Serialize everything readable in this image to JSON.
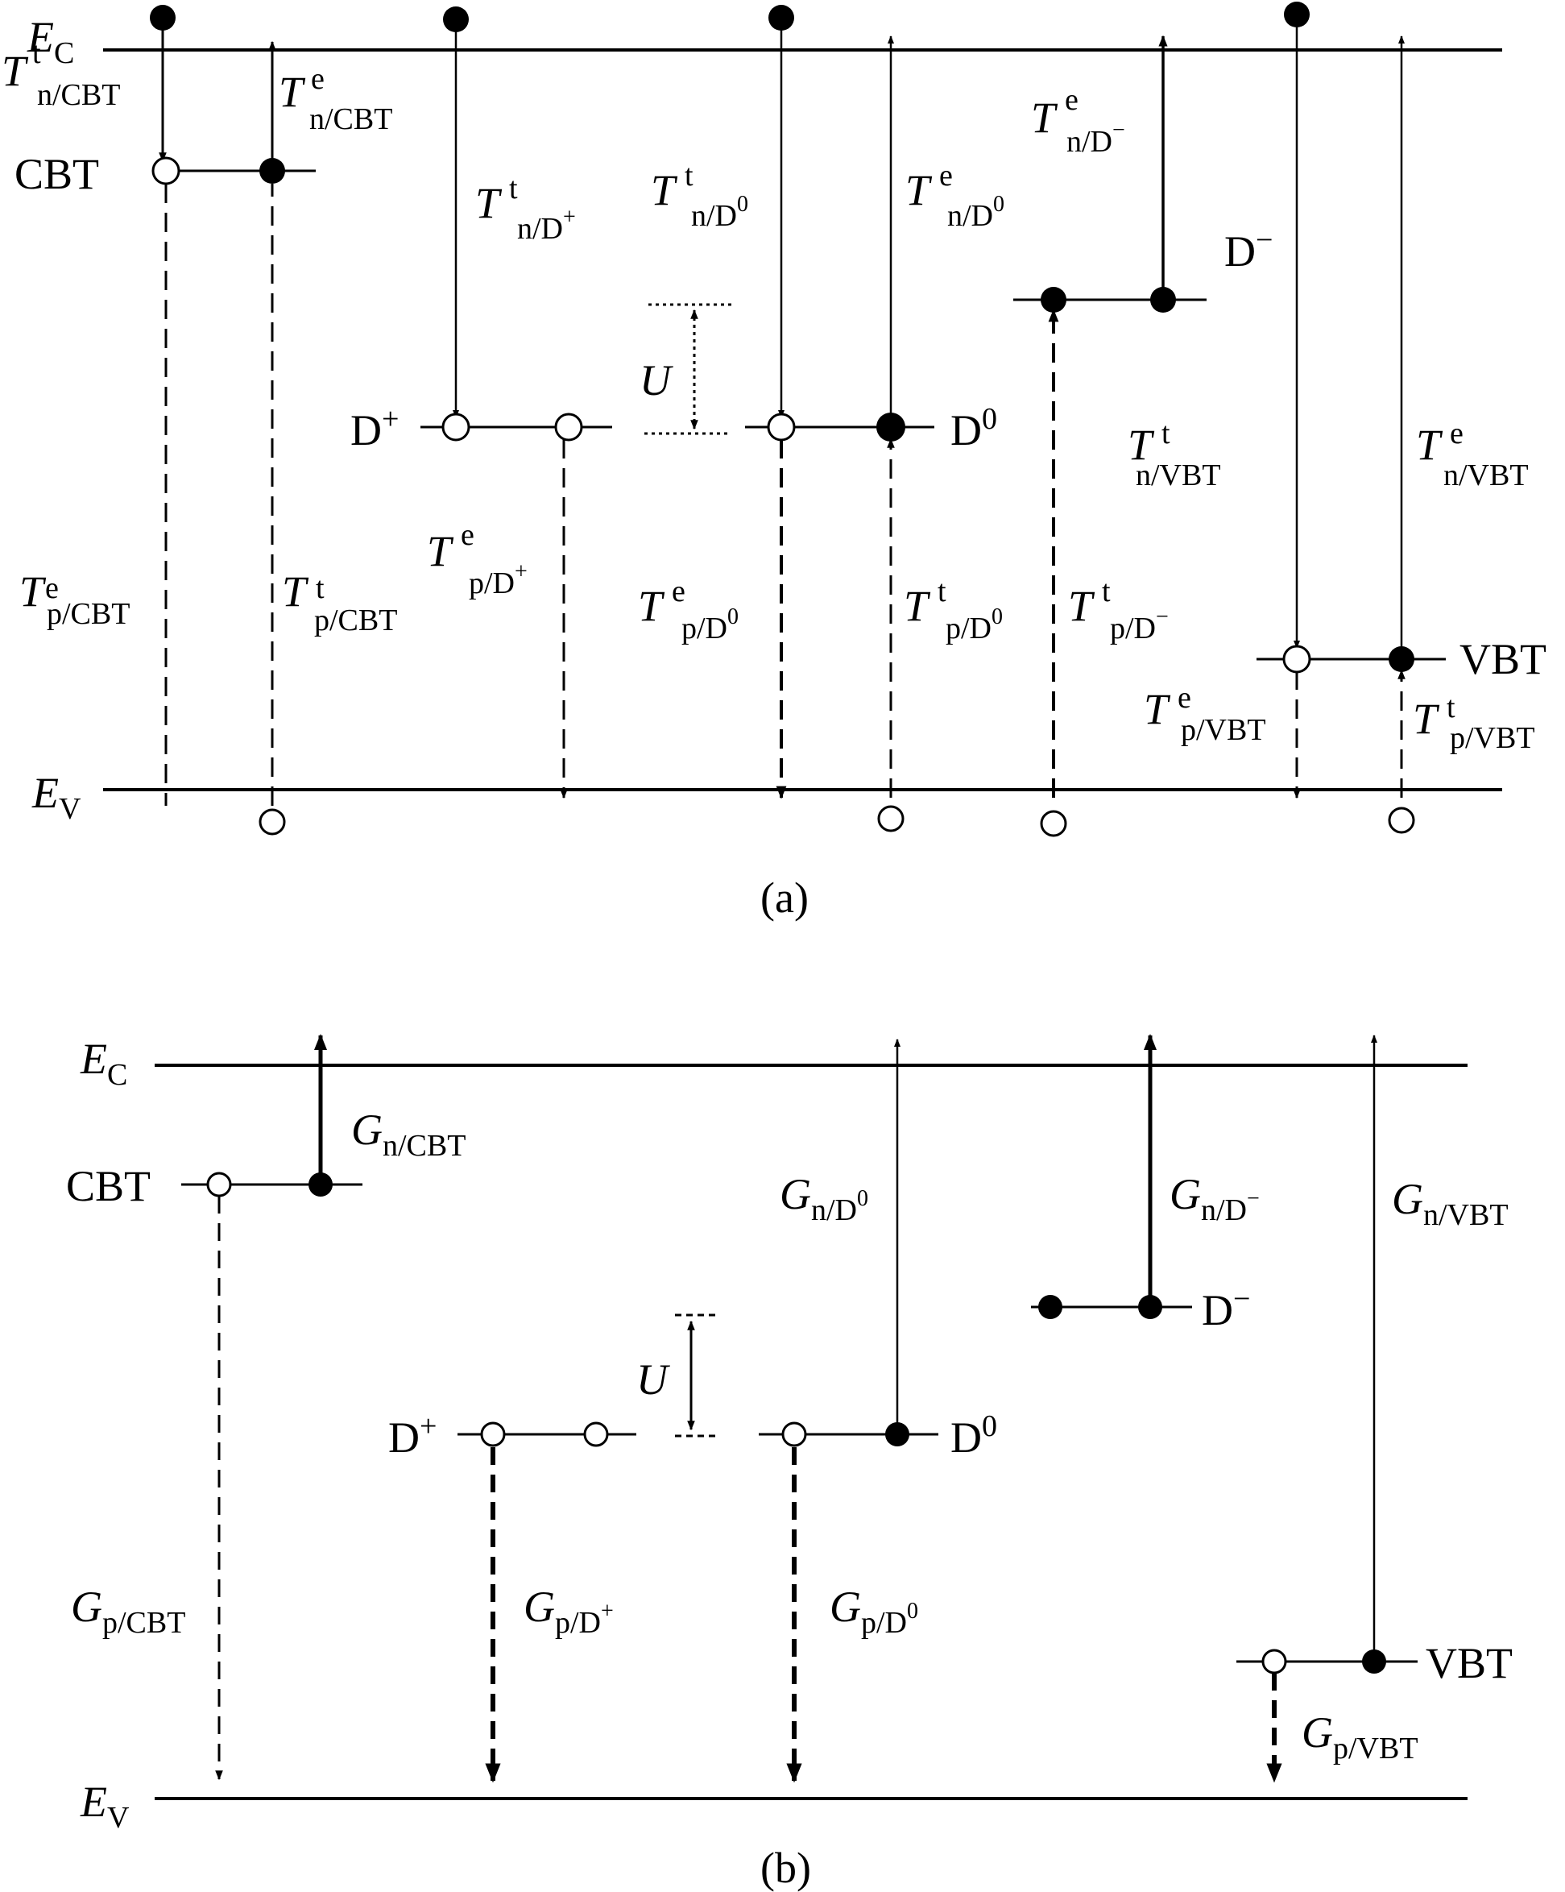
{
  "panel_a": {
    "caption": "(a)",
    "ec": {
      "sym": "E",
      "sub": "C"
    },
    "ev": {
      "sym": "E",
      "sub": "V"
    },
    "levels": {
      "cbt": "CBT",
      "dplus": {
        "sym": "D",
        "sup": "+"
      },
      "dzero": {
        "sym": "D",
        "sup": "0"
      },
      "dminus": {
        "sym": "D",
        "sup": "−"
      },
      "vbt": "VBT",
      "u": "U"
    },
    "rates": {
      "tn_cbt_t": {
        "sym": "T",
        "sup": "t",
        "sub": "n/CBT"
      },
      "tn_cbt_e": {
        "sym": "T",
        "sup": "e",
        "sub": "n/CBT"
      },
      "tn_dplus_t": {
        "sym": "T",
        "sup": "t",
        "sub": "n/D",
        "sub_sup": "+"
      },
      "tn_dzero_t": {
        "sym": "T",
        "sup": "t",
        "sub": "n/D",
        "sub_sup": "0"
      },
      "tn_dzero_e": {
        "sym": "T",
        "sup": "e",
        "sub": "n/D",
        "sub_sup": "0"
      },
      "tn_dminus_e": {
        "sym": "T",
        "sup": "e",
        "sub": "n/D",
        "sub_sup": "−"
      },
      "tn_vbt_t": {
        "sym": "T",
        "sup": "t",
        "sub": "n/VBT"
      },
      "tn_vbt_e": {
        "sym": "T",
        "sup": "e",
        "sub": "n/VBT"
      },
      "tp_cbt_e": {
        "sym": "T",
        "sup": "e",
        "sub": "p/CBT"
      },
      "tp_cbt_t": {
        "sym": "T",
        "sup": "t",
        "sub": "p/CBT"
      },
      "tp_dplus_e": {
        "sym": "T",
        "sup": "e",
        "sub": "p/D",
        "sub_sup": "+"
      },
      "tp_dzero_e": {
        "sym": "T",
        "sup": "e",
        "sub": "p/D",
        "sub_sup": "0"
      },
      "tp_dzero_t": {
        "sym": "T",
        "sup": "t",
        "sub": "p/D",
        "sub_sup": "0"
      },
      "tp_dminus_t": {
        "sym": "T",
        "sup": "t",
        "sub": "p/D",
        "sub_sup": "−"
      },
      "tp_vbt_e": {
        "sym": "T",
        "sup": "e",
        "sub": "p/VBT"
      },
      "tp_vbt_t": {
        "sym": "T",
        "sup": "t",
        "sub": "p/VBT"
      }
    }
  },
  "panel_b": {
    "caption": "(b)",
    "ec": {
      "sym": "E",
      "sub": "C"
    },
    "ev": {
      "sym": "E",
      "sub": "V"
    },
    "levels": {
      "cbt": "CBT",
      "dplus": {
        "sym": "D",
        "sup": "+"
      },
      "dzero": {
        "sym": "D",
        "sup": "0"
      },
      "dminus": {
        "sym": "D",
        "sup": "−"
      },
      "vbt": "VBT",
      "u": "U"
    },
    "rates": {
      "gn_cbt": {
        "sym": "G",
        "sub": "n/CBT"
      },
      "gn_dzero": {
        "sym": "G",
        "sub": "n/D",
        "sub_sup": "0"
      },
      "gn_dminus": {
        "sym": "G",
        "sub": "n/D",
        "sub_sup": "−"
      },
      "gn_vbt": {
        "sym": "G",
        "sub": "n/VBT"
      },
      "gp_cbt": {
        "sym": "G",
        "sub": "p/CBT"
      },
      "gp_dplus": {
        "sym": "G",
        "sub": "p/D",
        "sub_sup": "+"
      },
      "gp_dzero": {
        "sym": "G",
        "sub": "p/D",
        "sub_sup": "0"
      },
      "gp_vbt": {
        "sym": "G",
        "sub": "p/VBT"
      }
    }
  }
}
